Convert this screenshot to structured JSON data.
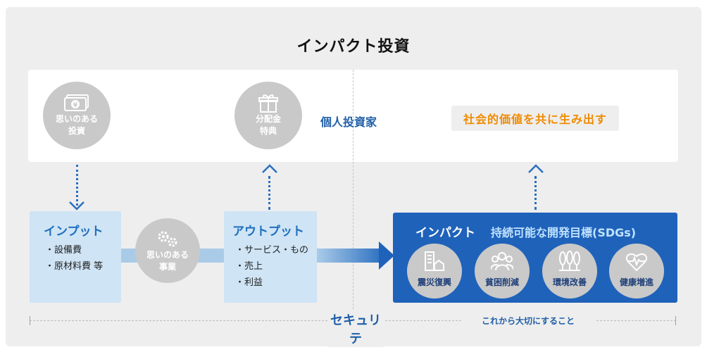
{
  "title": "インパクト投資",
  "top": {
    "investment": [
      "思いのある",
      "投資"
    ],
    "dividend": [
      "分配金",
      "特典"
    ],
    "investor": "個人投資家",
    "social_value": "社会的価値を共に生み出す"
  },
  "flow": {
    "input": {
      "title": "インプット",
      "items": [
        "・設備費",
        "・原材料費 等"
      ]
    },
    "business": [
      "思いのある",
      "事業"
    ],
    "output": {
      "title": "アウトプット",
      "items": [
        "・サービス・もの",
        "・売上",
        "・利益"
      ]
    }
  },
  "impact": {
    "title": "インパクト",
    "subtitle": "持続可能な開発目標(SDGs)",
    "goals": [
      "震災復興",
      "貧困削減",
      "環境改善",
      "健康増進"
    ]
  },
  "footer": {
    "brand": "セキュリテ",
    "caption": "これから大切にすること"
  },
  "colors": {
    "accent_blue": "#1f62ba",
    "orange": "#f08b00",
    "light_blue": "#cfe4f5",
    "grey_circle": "#c9c9c9"
  }
}
